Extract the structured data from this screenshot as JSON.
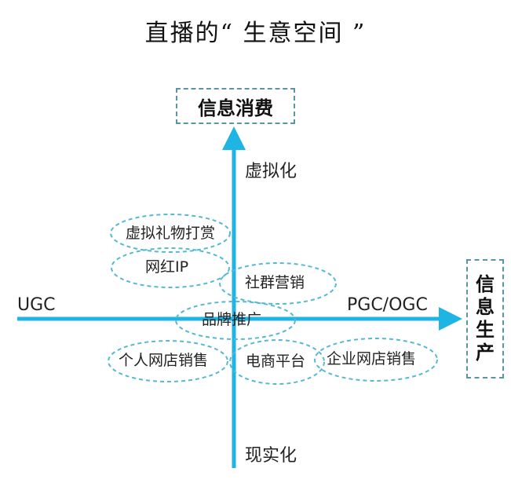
{
  "title": "直播的“ 生意空间 ”",
  "colors": {
    "axis": "#1eb5e4",
    "dash": "#5a95a3",
    "ellipse": "#56b9d3"
  },
  "axes": {
    "top_box": "信息消费",
    "right_box": "信息生产",
    "top_label": "虚拟化",
    "bottom_label": "现实化",
    "left_label": "UGC",
    "right_label": "PGC/OGC"
  },
  "bubbles": [
    {
      "id": "virtual-gift",
      "label": "虚拟礼物打赏"
    },
    {
      "id": "influencer-ip",
      "label": "网红IP"
    },
    {
      "id": "community-marketing",
      "label": "社群营销"
    },
    {
      "id": "brand-promotion",
      "label": "品牌推广"
    },
    {
      "id": "personal-store",
      "label": "个人网店销售"
    },
    {
      "id": "ecommerce-platform",
      "label": "电商平台"
    },
    {
      "id": "enterprise-store",
      "label": "企业网店销售"
    }
  ]
}
